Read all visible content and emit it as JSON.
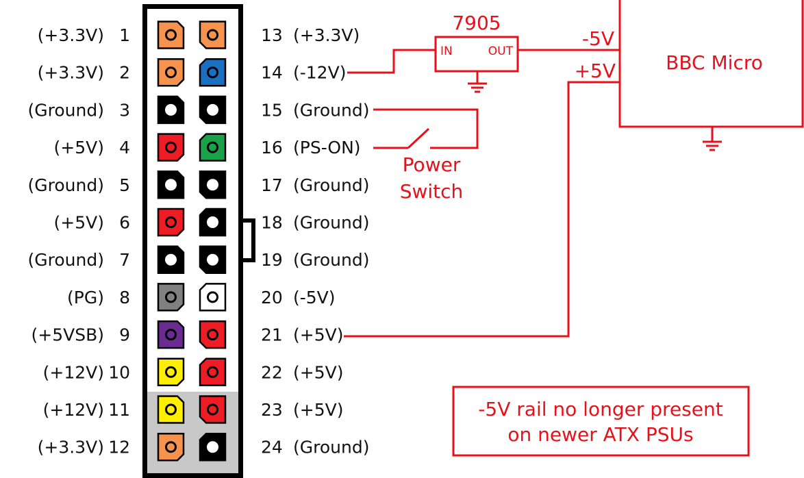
{
  "colors": {
    "wire": "#e8101a",
    "orange": "#f5934e",
    "blue": "#1b6fc0",
    "black": "#000000",
    "red": "#ee1c25",
    "green": "#1aa24a",
    "gray": "#808080",
    "white": "#ffffff",
    "purple": "#6a2c90",
    "yellow": "#ffef00",
    "housing": "#ffffff",
    "housing_shade": "#c8c8c8"
  },
  "connector": {
    "left_pins": [
      {
        "number": "1",
        "label": "(+3.3V)",
        "color": "orange"
      },
      {
        "number": "2",
        "label": "(+3.3V)",
        "color": "orange"
      },
      {
        "number": "3",
        "label": "(Ground)",
        "color": "black"
      },
      {
        "number": "4",
        "label": "(+5V)",
        "color": "red"
      },
      {
        "number": "5",
        "label": "(Ground)",
        "color": "black"
      },
      {
        "number": "6",
        "label": "(+5V)",
        "color": "red"
      },
      {
        "number": "7",
        "label": "(Ground)",
        "color": "black"
      },
      {
        "number": "8",
        "label": "(PG)",
        "color": "gray"
      },
      {
        "number": "9",
        "label": "(+5VSB)",
        "color": "purple"
      },
      {
        "number": "10",
        "label": "(+12V)",
        "color": "yellow"
      },
      {
        "number": "11",
        "label": "(+12V)",
        "color": "yellow"
      },
      {
        "number": "12",
        "label": "(+3.3V)",
        "color": "orange"
      }
    ],
    "right_pins": [
      {
        "number": "13",
        "label": "(+3.3V)",
        "color": "orange"
      },
      {
        "number": "14",
        "label": "(-12V)",
        "color": "blue"
      },
      {
        "number": "15",
        "label": "(Ground)",
        "color": "black"
      },
      {
        "number": "16",
        "label": "(PS-ON)",
        "color": "green"
      },
      {
        "number": "17",
        "label": "(Ground)",
        "color": "black"
      },
      {
        "number": "18",
        "label": "(Ground)",
        "color": "black"
      },
      {
        "number": "19",
        "label": "(Ground)",
        "color": "black"
      },
      {
        "number": "20",
        "label": "(-5V)",
        "color": "white"
      },
      {
        "number": "21",
        "label": "(+5V)",
        "color": "red"
      },
      {
        "number": "22",
        "label": "(+5V)",
        "color": "red"
      },
      {
        "number": "23",
        "label": "(+5V)",
        "color": "red"
      },
      {
        "number": "24",
        "label": "(Ground)",
        "color": "black"
      }
    ]
  },
  "regulator": {
    "name": "7905",
    "in_label": "IN",
    "out_label": "OUT"
  },
  "device": {
    "name": "BBC Micro",
    "minus5_label": "-5V",
    "plus5_label": "+5V"
  },
  "switch": {
    "line1": "Power",
    "line2": "Switch"
  },
  "note": {
    "line1": "-5V rail no longer present",
    "line2": "on newer ATX PSUs"
  }
}
